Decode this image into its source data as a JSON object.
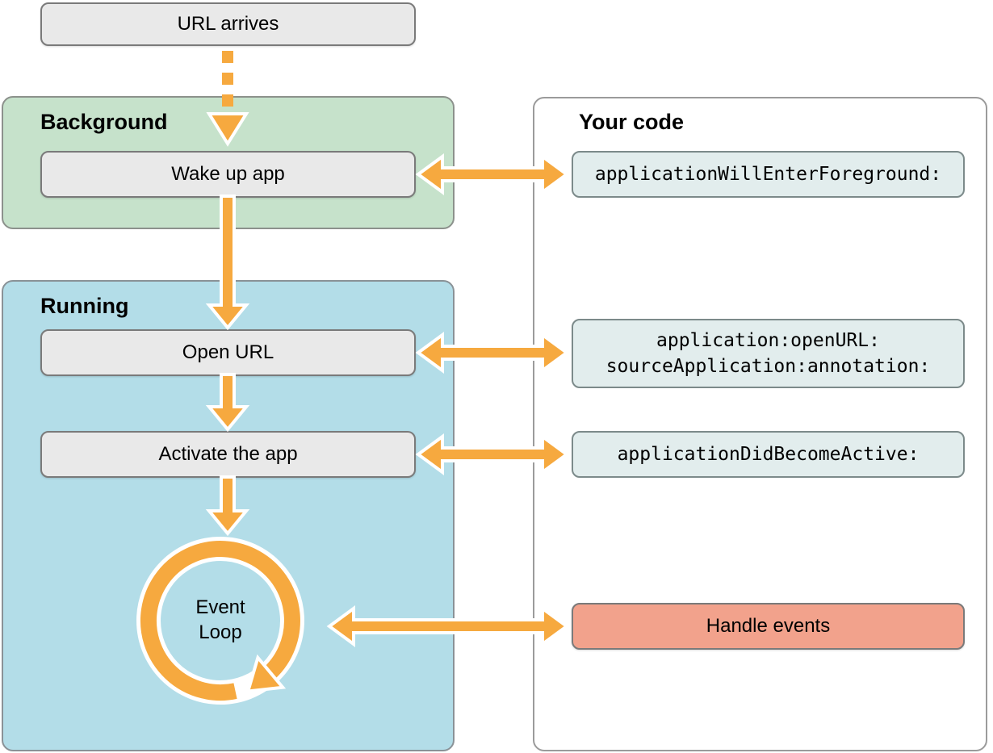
{
  "diagram_title": "URL arrival app lifecycle flow",
  "colors": {
    "arrow_orange": "#f6a93f",
    "arrow_outline": "#ffffff",
    "background_group_green": "#c6e2cb",
    "running_group_blue": "#b3dde8",
    "step_box_gray": "#e9e9e9",
    "code_box_teal": "#e2eded",
    "handle_events_salmon": "#f2a28c",
    "panel_white": "#ffffff",
    "border_gray": "#7a7a7a",
    "text_black": "#000000"
  },
  "flow": {
    "url_arrives": "URL arrives",
    "background_label": "Background",
    "wake_up_app": "Wake up app",
    "running_label": "Running",
    "open_url": "Open URL",
    "activate_app": "Activate the app",
    "event_loop_line1": "Event",
    "event_loop_line2": "Loop"
  },
  "your_code": {
    "title": "Your code",
    "callbacks": [
      {
        "lines": [
          "applicationWillEnterForeground:"
        ]
      },
      {
        "lines": [
          "application:openURL:",
          "sourceApplication:annotation:"
        ]
      },
      {
        "lines": [
          "applicationDidBecomeActive:"
        ]
      }
    ],
    "handle_events": "Handle events"
  }
}
